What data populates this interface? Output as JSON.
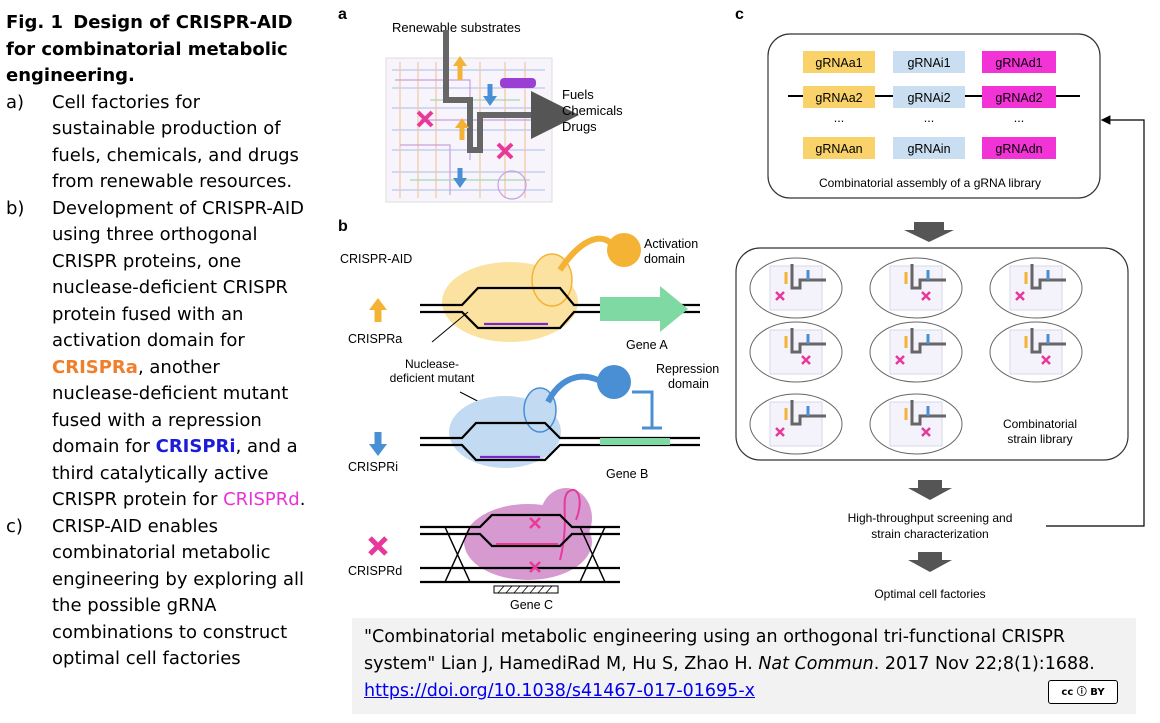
{
  "left_text": {
    "fig_num": "Fig. 1",
    "fig_title": "Design of CRISPR-AID for combinatorial metabolic engineering.",
    "items": [
      {
        "label": "a)",
        "text": "Cell factories for sustainable production of fuels, chemicals, and drugs from renewable resources."
      },
      {
        "label": "b)",
        "text_pre": "Development of CRISPR-AID using three orthogonal CRISPR proteins, one nuclease-deficient CRISPR protein fused with an activation domain for ",
        "crispra": "CRISPRa",
        "text_mid1": ", another nuclease-deficient mutant fused with a repression domain for ",
        "crispri": "CRISPRi",
        "text_mid2": ", and a third catalytically active CRISPR protein for ",
        "crisprd": "CRISPRd",
        "text_end": "."
      },
      {
        "label": "c)",
        "text": "CRISP-AID enables combinatorial metabolic engineering by exploring all the possible gRNA combinations to construct optimal cell factories"
      }
    ]
  },
  "panel_a": {
    "letter": "a",
    "top_label": "Renewable substrates",
    "outputs": [
      "Fuels",
      "Chemicals",
      "Drugs"
    ]
  },
  "panel_b": {
    "letter": "b",
    "title": "CRISPR-AID",
    "activation_domain": [
      "Activation",
      "domain"
    ],
    "repression_domain": [
      "Repression",
      "domain"
    ],
    "nuclease_mutant": [
      "Nuclease-",
      "deficient mutant"
    ],
    "crispra": "CRISPRa",
    "crispri": "CRISPRi",
    "crisprd": "CRISPRd",
    "gene_a": "Gene A",
    "gene_b": "Gene B",
    "gene_c": "Gene C"
  },
  "panel_c": {
    "letter": "c",
    "grna_rows": [
      [
        "gRNAa1",
        "gRNAi1",
        "gRNAd1"
      ],
      [
        "gRNAa2",
        "gRNAi2",
        "gRNAd2"
      ],
      [
        "...",
        "...",
        "..."
      ],
      [
        "gRNAan",
        "gRNAin",
        "gRNAdn"
      ]
    ],
    "library_caption": "Combinatorial assembly of a gRNA library",
    "strain_library": [
      "Combinatorial",
      "strain library"
    ],
    "screening": [
      "High-throughput screening and",
      "strain characterization"
    ],
    "optimal": "Optimal cell factories"
  },
  "citation": {
    "text_pre": "\"Combinatorial metabolic engineering using an orthogonal tri-functional CRISPR system\" Lian J, HamediRad M, Hu S, Zhao H. ",
    "journal": "Nat Commun",
    "text_post": ". 2017 Nov 22;8(1):1688.",
    "doi": "https://doi.org/10.1038/s41467-017-01695-x",
    "badge": "cc ⓘ BY"
  },
  "colors": {
    "orange": "#f5b335",
    "blue": "#4a8fd4",
    "magenta": "#e8399b",
    "green": "#6fcf97",
    "grna_a": "#f9d26a",
    "grna_i": "#c9def0",
    "grna_d": "#f233d6"
  }
}
